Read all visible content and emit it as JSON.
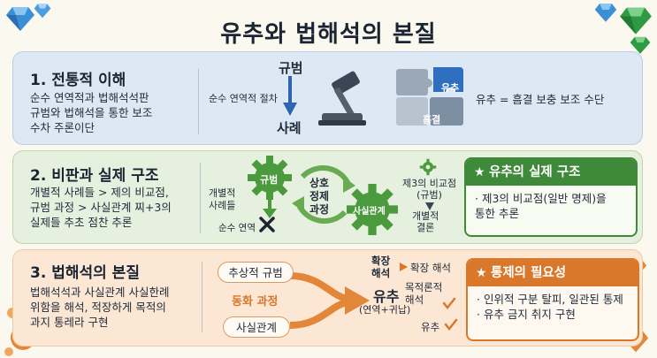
{
  "title": "유추와 법해석의 본질",
  "sections": [
    {
      "title": "1. 전통적 이해",
      "desc": "순수 연역적과 법해석석판\n규범와 법해석을 통한 보조\n수차 주론이단",
      "diagram": {
        "top_label": "규범",
        "side_label": "순수 연역적 절차",
        "bottom_label": "사례",
        "puzzle_top": "유추",
        "puzzle_bottom": "흠결",
        "equation": "유추 = 흠결 보충 보조 수단"
      }
    },
    {
      "title": "2. 비판과 실제 구조",
      "desc": "개별적 사례들 > 제의 비교점,\n규범 과정 > 사실관계 찌+3의\n실제들 추초 점찬 추론",
      "diagram": {
        "cases_label": "개별적\n사례들",
        "gear_left": "규범",
        "cycle_label": "상호\n정제\n과정",
        "gear_right": "사실관계",
        "third_label": "제3의 비교점\n(규범)",
        "conclusion_label": "개별적\n결론",
        "pure_deduction": "순수 연역"
      },
      "callout": {
        "title": "유추의 실제 구조",
        "body": "· 제3의 비교점(일반 명제)을\n  통한 추론"
      }
    },
    {
      "title": "3. 법해석의 본질",
      "desc": "법해석석과 사실관계 사실한례\n위함을 해석, 적장하게 목적의\n과지 통레라 구현",
      "diagram": {
        "abstract_norm": "추상적 규범",
        "process": "동화 과정",
        "facts": "사실관계",
        "expansion": "확장\n해석",
        "center_main": "유추",
        "center_sub": "(연역+귀납)",
        "out1": "확장 해석",
        "out2": "목적론적\n해석",
        "out3": "유추"
      },
      "callout": {
        "title": "통제의 필요성",
        "body": "· 인위적 구분 탈피, 일관된 통제\n· 유추 금지 취지 구현"
      }
    }
  ],
  "colors": {
    "blue_panel": "#dce8f4",
    "green_panel": "#e6f0de",
    "orange_panel": "#fbe7d3",
    "green_accent": "#3f8a3a",
    "orange_accent": "#d9782b",
    "blue_arrow": "#2e63b0"
  },
  "icons": [
    "gavel-icon",
    "puzzle-icon",
    "gear-icon",
    "cycle-arrows-icon",
    "cross-icon",
    "check-icon",
    "star-icon",
    "gem-icon"
  ]
}
